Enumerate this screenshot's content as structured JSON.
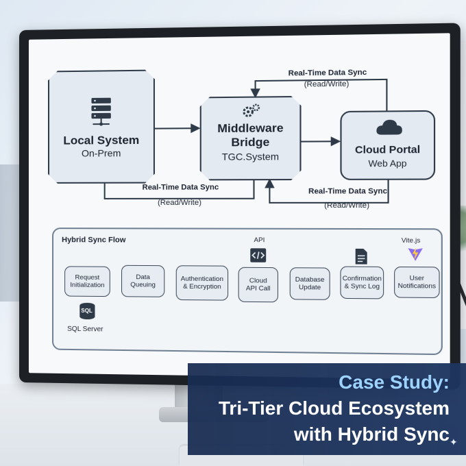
{
  "diagram": {
    "local_system": {
      "title": "Local System",
      "subtitle": "On-Prem",
      "icon": "server-icon"
    },
    "middleware": {
      "title_line1": "Middleware",
      "title_line2": "Bridge",
      "subtitle": "TGC.System",
      "icon": "gears-icon"
    },
    "cloud_portal": {
      "title": "Cloud Portal",
      "subtitle": "Web App",
      "icon": "cloud-icon"
    },
    "top_sync": {
      "label": "Real-Time Data Sync",
      "mode": "(Read/Write)"
    },
    "bottom_left_sync": {
      "label": "Real-Time Data Sync",
      "mode": "(Read/Write)"
    },
    "bottom_right_sync": {
      "label": "Real-Time Data Sync",
      "mode": "(Read/Write)"
    }
  },
  "flow": {
    "title": "Hybrid Sync Flow",
    "steps": [
      {
        "line1": "Request",
        "line2": "Initialization"
      },
      {
        "line1": "Data",
        "line2": "Queuing"
      },
      {
        "line1": "Authentication",
        "line2": "& Encryption"
      },
      {
        "line1": "Cloud",
        "line2": "API Call"
      },
      {
        "line1": "Database",
        "line2": "Update"
      },
      {
        "line1": "Confirmation",
        "line2": "& Sync Log"
      },
      {
        "line1": "User",
        "line2": "Notifications"
      }
    ],
    "api_label": "API",
    "vite_label": "Vite.js",
    "sql_badge": "SQL",
    "sql_label": "SQL Server"
  },
  "banner": {
    "line1": "Case Study:",
    "line2": "Tri-Tier Cloud Ecosystem",
    "line3": "with Hybrid Sync"
  },
  "colors": {
    "banner_accent": "#9ed3ff",
    "banner_bg": "#1e3660",
    "box_border": "#2f3a48"
  }
}
